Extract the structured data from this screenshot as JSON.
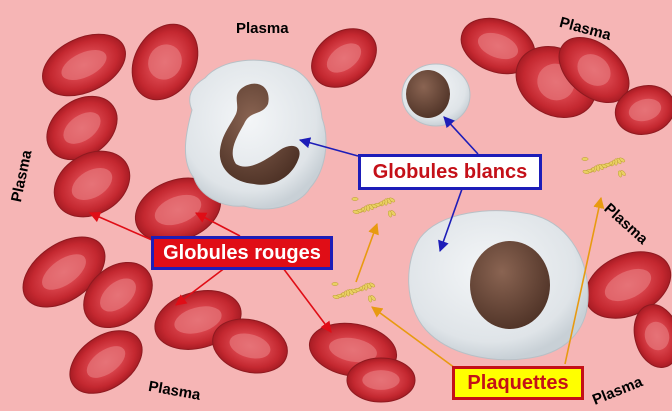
{
  "labels": {
    "plasma_top": "Plasma",
    "plasma_top_right": "Plasma",
    "plasma_left": "Plasma",
    "plasma_right": "Plasma",
    "plasma_bottom": "Plasma",
    "plasma_bottom_right": "Plasma",
    "red_cells": "Globules rouges",
    "white_cells": "Globules blancs",
    "platelets": "Plaquettes"
  },
  "colors": {
    "background": "#f6b5b5",
    "red_cell": "#c8242c",
    "red_cell_center": "#e05a60",
    "white_cell": "#e8ecef",
    "nucleus": "#6e4a3a",
    "platelet": "#e8d060",
    "red_arrow": "#e00d16",
    "blue_arrow": "#1d1db8",
    "orange_arrow": "#e89a10"
  }
}
